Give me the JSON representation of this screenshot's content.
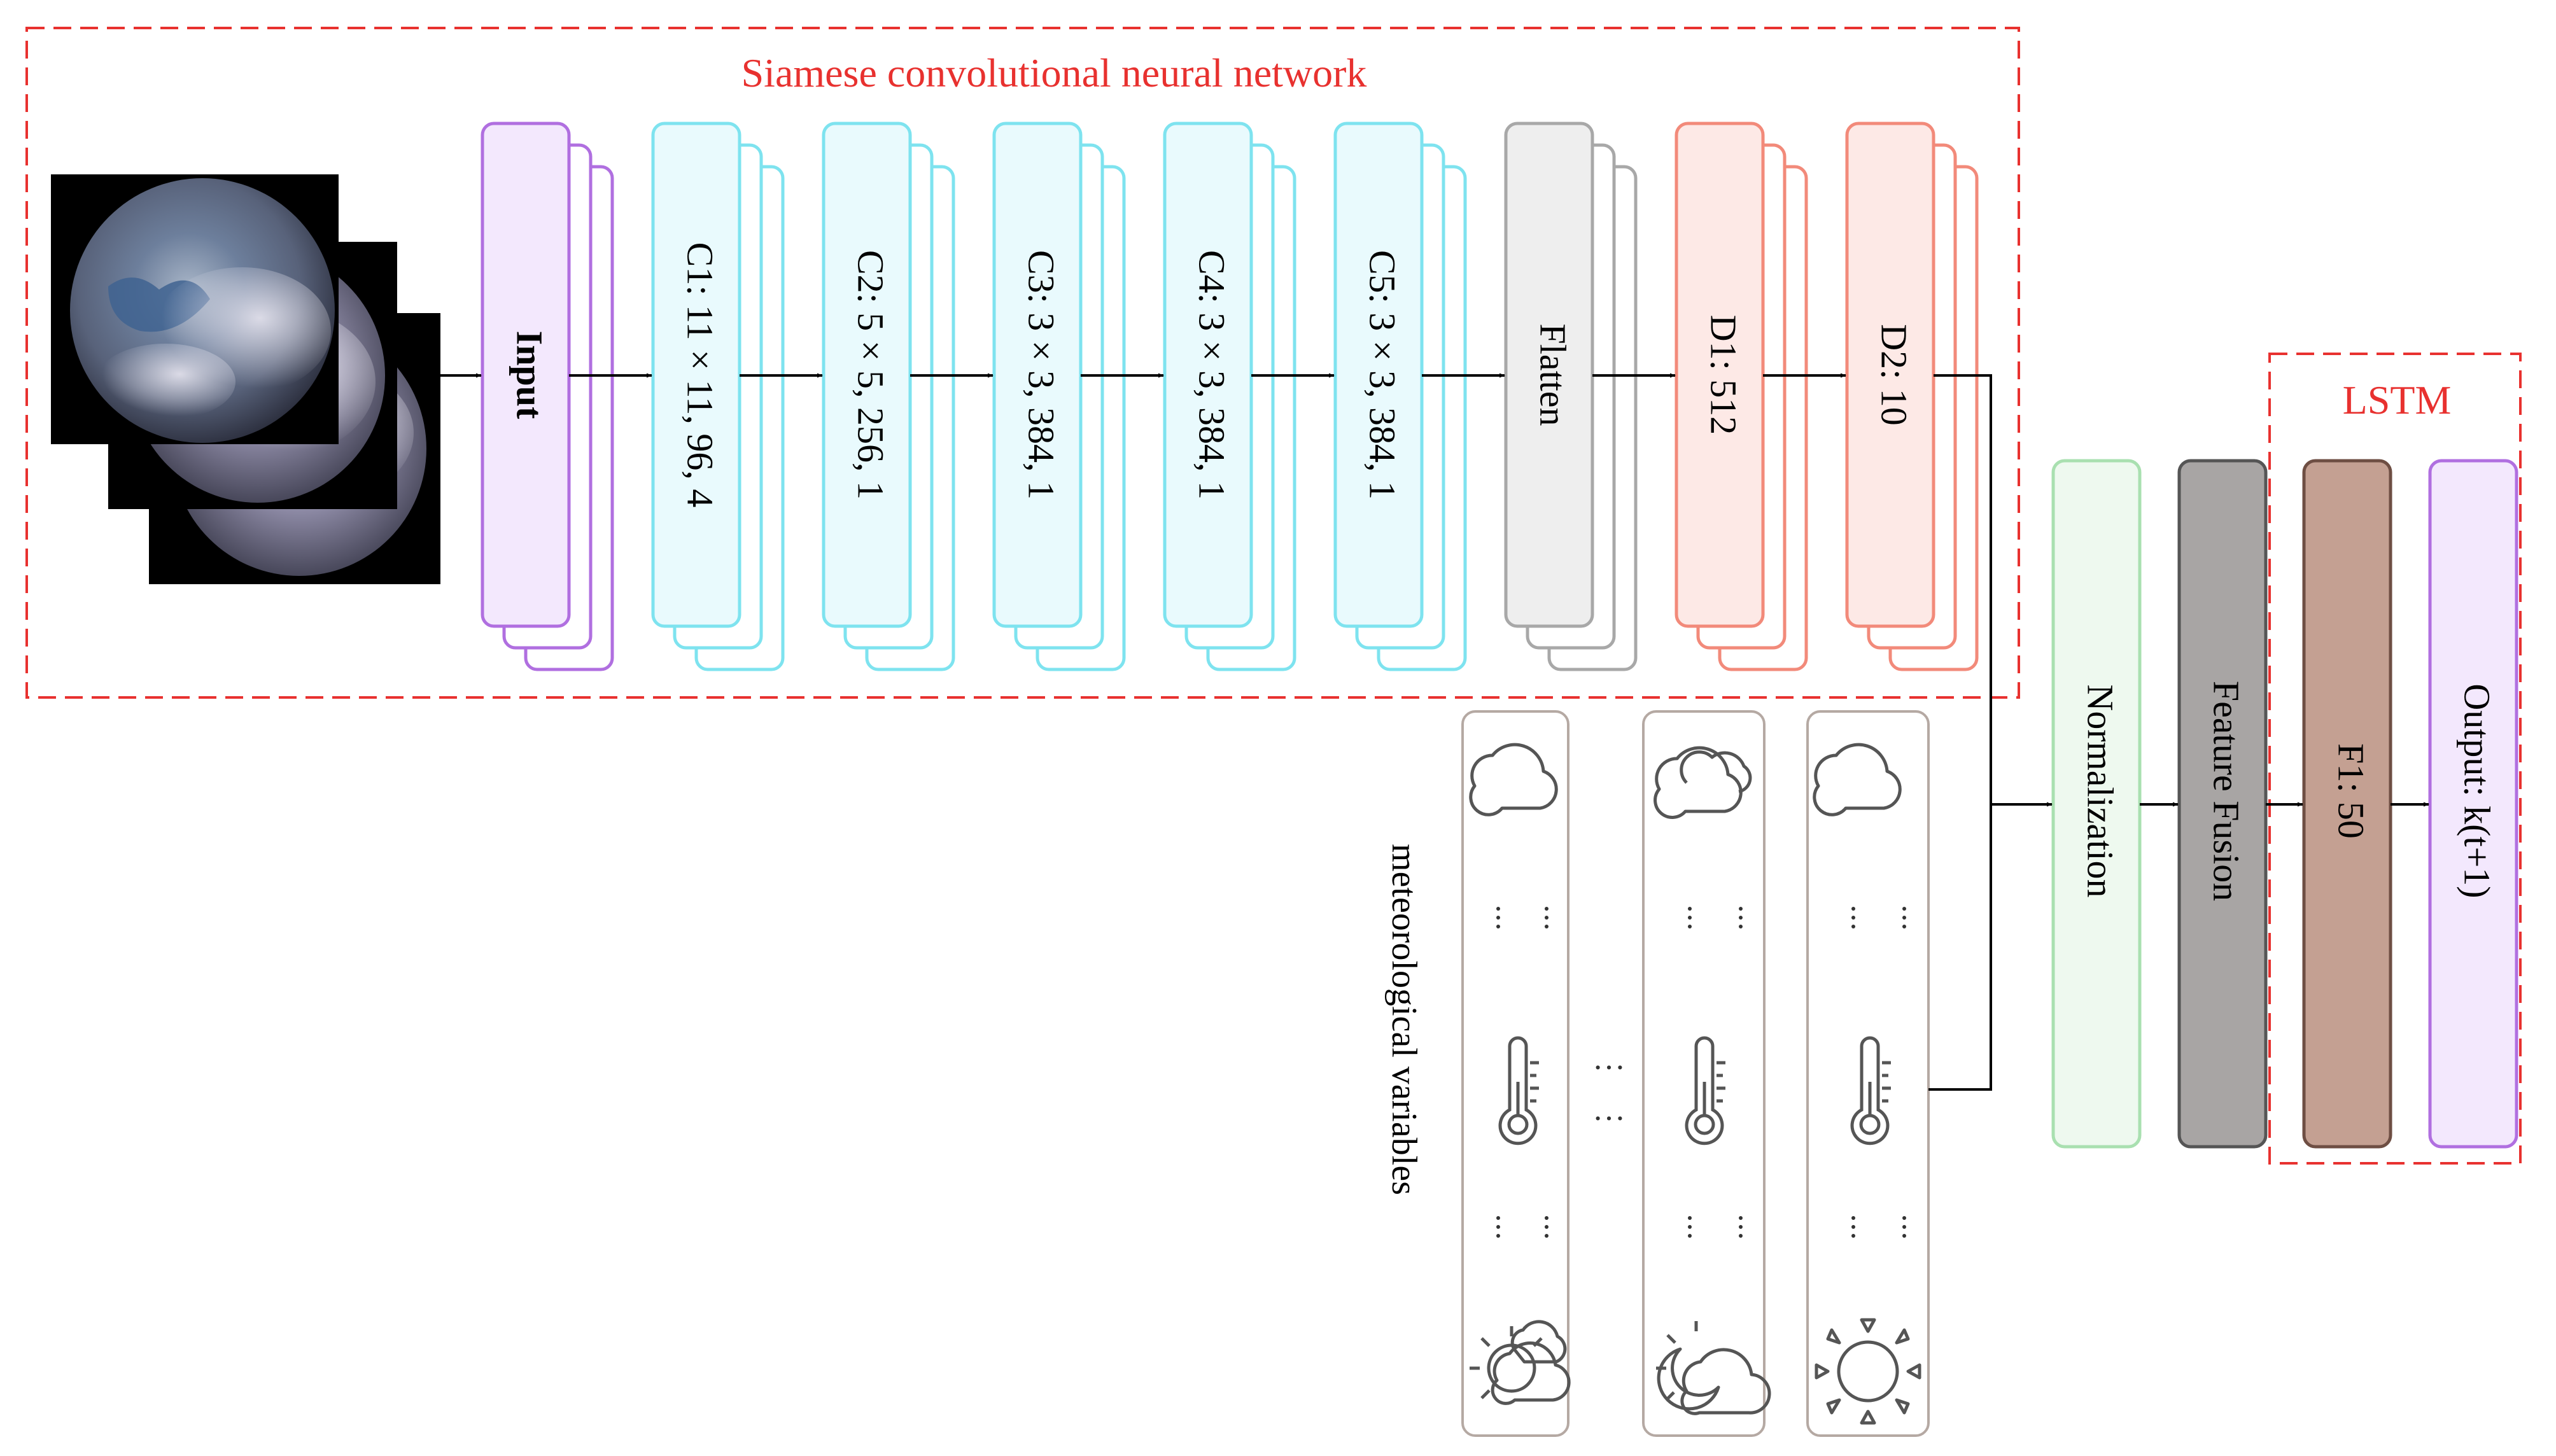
{
  "cnn_group": {
    "title": "Siamese convolutional neural network"
  },
  "lstm_group": {
    "title": "LSTM"
  },
  "layers": {
    "input": "Input",
    "c1": "C1: 11 × 11, 96, 4",
    "c2": "C2: 5 × 5, 256, 1",
    "c3": "C3: 3 × 3, 384, 1",
    "c4": "C4: 3 × 3, 384, 1",
    "c5": "C5: 3 × 3, 384, 1",
    "flatten": "Flatten",
    "d1": "D1: 512",
    "d2": "D2: 10",
    "normalization": "Normalization",
    "feature_fusion": "Feature Fusion",
    "f1": "F1: 50",
    "output": "Output: k(t+1)"
  },
  "meteorological": {
    "label": "meteorological variables",
    "ellipsis": "…"
  },
  "colors": {
    "dashed_red": "#e8312f",
    "input": "#b06fe0",
    "input_fill": "#f3e8fd",
    "conv": "#7ee3ef",
    "conv_fill": "#e9fafd",
    "flatten": "#a8a8a8",
    "flatten_fill": "#eeeeee",
    "dense": "#f28a7a",
    "dense_fill": "#fde9e6",
    "norm": "#a9e0b0",
    "norm_fill": "#eef9ef",
    "fusion": "#555555",
    "fusion_fill": "#a8a5a4",
    "f1": "#6e4e43",
    "f1_fill": "#c4a092",
    "met_panel": "#b5a9a3"
  },
  "icons": [
    "cloud-icon",
    "thermometer-icon",
    "partly-cloudy-icon",
    "night-cloud-icon",
    "sun-icon"
  ]
}
